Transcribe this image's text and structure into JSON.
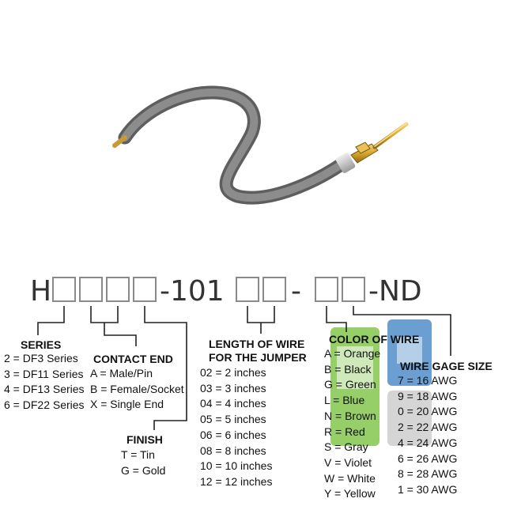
{
  "product_image": {
    "icon": "gray-jumper-wire-photo",
    "wire_color": "#7b7b7b",
    "pin_color": "#d9a52b"
  },
  "part_number": {
    "prefix": "H",
    "segment_2": "-101",
    "segment_3": "-",
    "suffix": "-ND"
  },
  "series": {
    "heading": "SERIES",
    "items": [
      "2 = DF3 Series",
      "3 = DF11 Series",
      "4 = DF13 Series",
      "6 = DF22 Series"
    ]
  },
  "contact_end": {
    "heading": "CONTACT END",
    "items": [
      "A = Male/Pin",
      "B = Female/Socket",
      "X = Single End"
    ]
  },
  "finish": {
    "heading": "FINISH",
    "items": [
      "T = Tin",
      "G = Gold"
    ]
  },
  "length": {
    "heading_1": "LENGTH OF WIRE",
    "heading_2": "FOR THE JUMPER",
    "items": [
      "02 = 2 inches",
      "03 = 3 inches",
      "04 = 4 inches",
      "05 = 5 inches",
      "06 = 6 inches",
      "08 = 8 inches",
      "10 = 10 inches",
      "12 = 12 inches"
    ]
  },
  "wire_color": {
    "heading": "COLOR OF WIRE",
    "items": [
      "A = Orange",
      "B = Black",
      "G = Green",
      "L = Blue",
      "N = Brown",
      "R = Red",
      "S = Gray",
      "V = Violet",
      "W = White",
      "Y = Yellow"
    ]
  },
  "wire_gage": {
    "heading": "WIRE GAGE SIZE",
    "items": [
      "7 = 16 AWG",
      "9 = 18 AWG",
      "0 = 20 AWG",
      "2 = 22 AWG",
      "4 = 24 AWG",
      "6 = 26 AWG",
      "8 = 28 AWG",
      "1 = 30 AWG"
    ]
  },
  "watermark": {
    "icon": "digikey-logo-watermark",
    "colors": [
      "#7cc242",
      "#3a7fc1",
      "#c7c7c7"
    ]
  }
}
